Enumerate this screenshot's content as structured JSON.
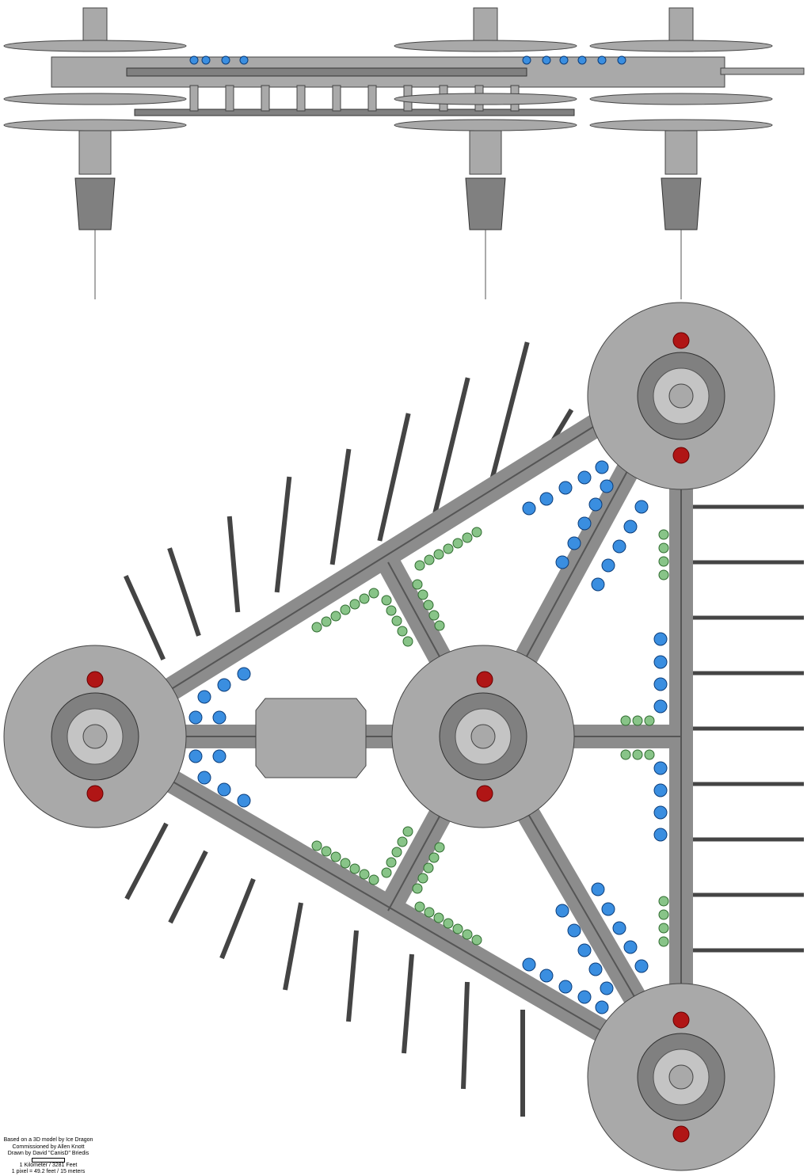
{
  "credits": {
    "line1": "Based on a 3D model by Ice Dragon",
    "line2": "Commissioned by Allen Knott",
    "line3": "Drawn by David \"CanisD\" Briedis",
    "scale": "1 Kilometer / 3281 Feet",
    "pixel_scale": "1 pixel = 49.2 feet / 15 meters"
  },
  "colors": {
    "hull": "#a9a9a9",
    "blue_pods": "#3a8ee0",
    "green_pods": "#88c488",
    "emblem": "#b01515"
  }
}
